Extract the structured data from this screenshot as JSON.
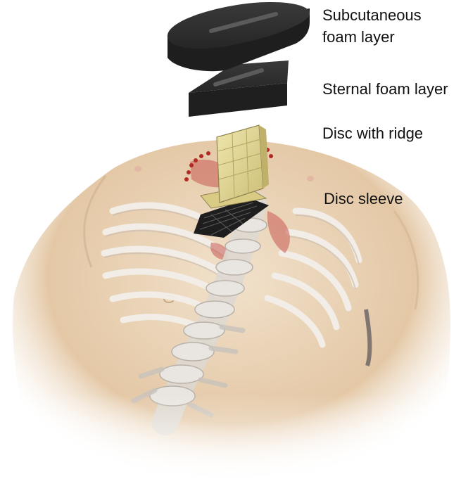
{
  "labels": {
    "subcutaneous": "Subcutaneous foam layer",
    "sternal": "Sternal foam layer",
    "disc": "Disc with ridge",
    "sleeve": "Disc sleeve"
  },
  "colors": {
    "foam": "#2b2b2b",
    "disc": "#e6dc9a",
    "skin": "#ecd8bf",
    "bone": "#ece8e2",
    "tissue": "#b73a33"
  }
}
